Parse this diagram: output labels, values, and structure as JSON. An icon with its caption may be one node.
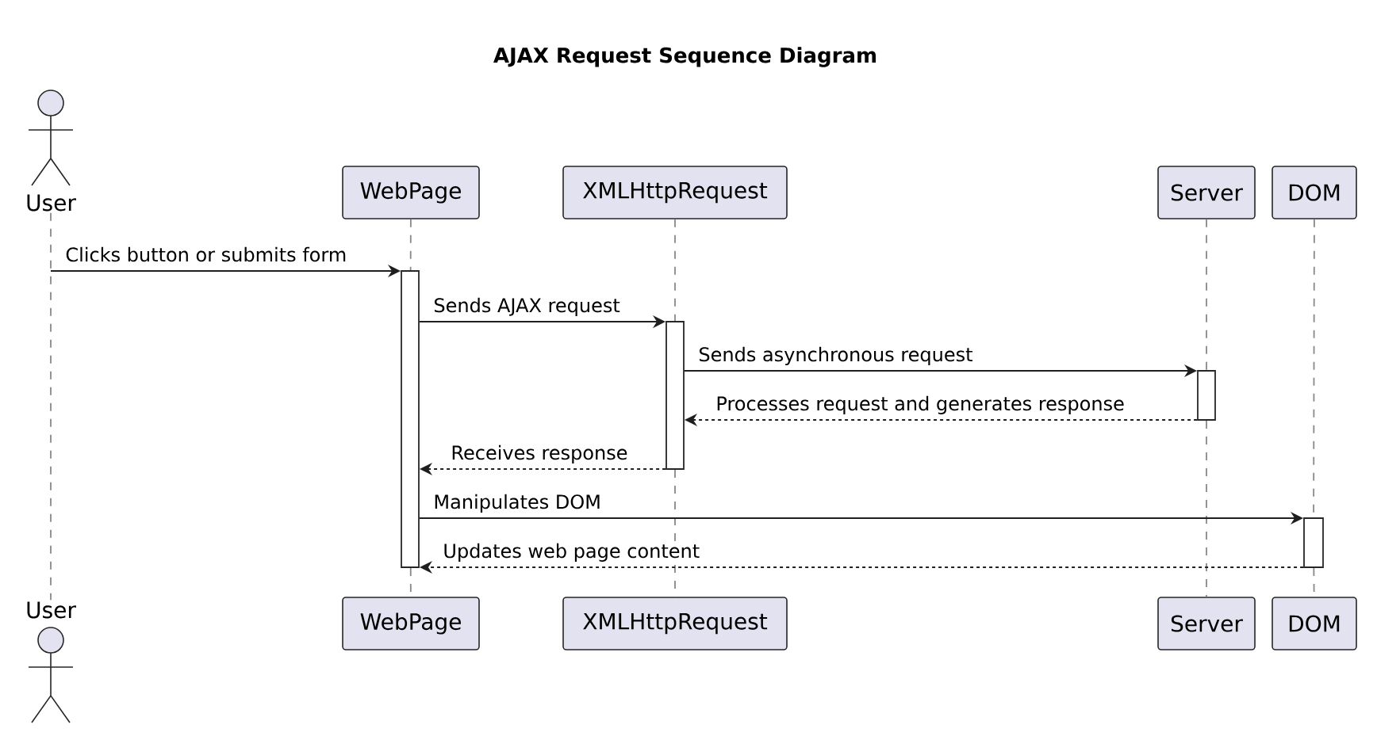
{
  "diagram": {
    "title": "AJAX Request Sequence Diagram",
    "nodes": [
      {
        "text": [
          "User"
        ]
      },
      {
        "text": [
          "WebPage"
        ]
      },
      {
        "text": [
          "XMLHttpRequest"
        ]
      },
      {
        "text": [
          "Server"
        ]
      },
      {
        "text": [
          "DOM"
        ]
      },
      {
        "text": [
          "User"
        ]
      },
      {
        "text": [
          "WebPage"
        ]
      },
      {
        "text": [
          "XMLHttpRequest"
        ]
      },
      {
        "text": [
          "Server"
        ]
      },
      {
        "text": [
          "DOM"
        ]
      },
      {
        "text": [],
        "shape": "bar"
      },
      {
        "text": [],
        "shape": "bar"
      },
      {
        "text": [],
        "shape": "bar"
      },
      {
        "text": [],
        "shape": "bar"
      }
    ],
    "edges": [
      {
        "from": null,
        "to": 10,
        "arrow": "to",
        "label": "Clicks button or submits form",
        "color": "#1f1f1f"
      },
      {
        "from": 10,
        "to": 11,
        "arrow": "to",
        "label": "Sends AJAX request",
        "color": "#1f1f1f"
      },
      {
        "from": 11,
        "to": 12,
        "arrow": "to",
        "label": "Sends asynchronous request",
        "color": "#1f1f1f"
      },
      {
        "from": 12,
        "to": 11,
        "arrow": "to",
        "label": "Processes request and generates response",
        "style": "dashed",
        "color": "#1f1f1f"
      },
      {
        "from": 11,
        "to": 10,
        "arrow": "to",
        "label": "Receives response",
        "style": "dashed",
        "color": "#1f1f1f"
      },
      {
        "from": 10,
        "to": 13,
        "arrow": "to",
        "label": "Manipulates DOM",
        "color": "#1f1f1f"
      },
      {
        "from": 13,
        "to": 10,
        "arrow": "to",
        "label": "Updates web page content",
        "style": "dashed",
        "color": "#1f1f1f"
      },
      {
        "from": 0,
        "to": 5,
        "arrow": "none",
        "style": "dashed"
      },
      {
        "from": 1,
        "to": 10,
        "arrow": "none",
        "style": "dashed"
      },
      {
        "from": 10,
        "to": 6,
        "arrow": "none",
        "style": "dashed"
      },
      {
        "from": 2,
        "to": 11,
        "arrow": "none",
        "style": "dashed"
      },
      {
        "from": 11,
        "to": 7,
        "arrow": "none",
        "style": "dashed"
      },
      {
        "from": 3,
        "to": 12,
        "arrow": "none",
        "style": "dashed"
      },
      {
        "from": 12,
        "to": 8,
        "arrow": "none",
        "style": "dashed"
      },
      {
        "from": 4,
        "to": 13,
        "arrow": "none",
        "style": "dashed"
      },
      {
        "from": 13,
        "to": 9,
        "arrow": "none",
        "style": "dashed"
      }
    ]
  }
}
